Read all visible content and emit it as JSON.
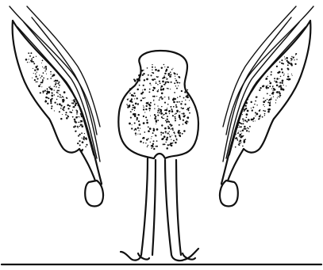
{
  "figure": {
    "parts": [
      "left-mandible",
      "right-mandible",
      "central-body",
      "left-leg",
      "right-leg",
      "ground-line"
    ],
    "ink_color": "#111111",
    "background": "#ffffff"
  }
}
